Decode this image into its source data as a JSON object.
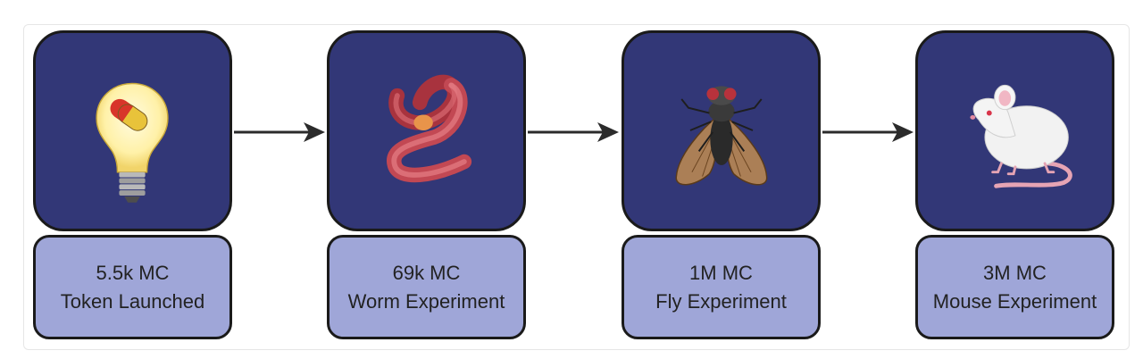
{
  "steps": [
    {
      "value": "5.5k MC",
      "label": "Token Launched",
      "icon": "lightbulb-pill-icon"
    },
    {
      "value": "69k MC",
      "label": "Worm Experiment",
      "icon": "worm-icon"
    },
    {
      "value": "1M MC",
      "label": "Fly Experiment",
      "icon": "fly-icon"
    },
    {
      "value": "3M MC",
      "label": "Mouse Experiment",
      "icon": "mouse-icon"
    }
  ],
  "colors": {
    "icon_box": "#323777",
    "label_box": "#9fa6d8",
    "border": "#1a1a1a",
    "arrow": "#2b2b2b"
  }
}
